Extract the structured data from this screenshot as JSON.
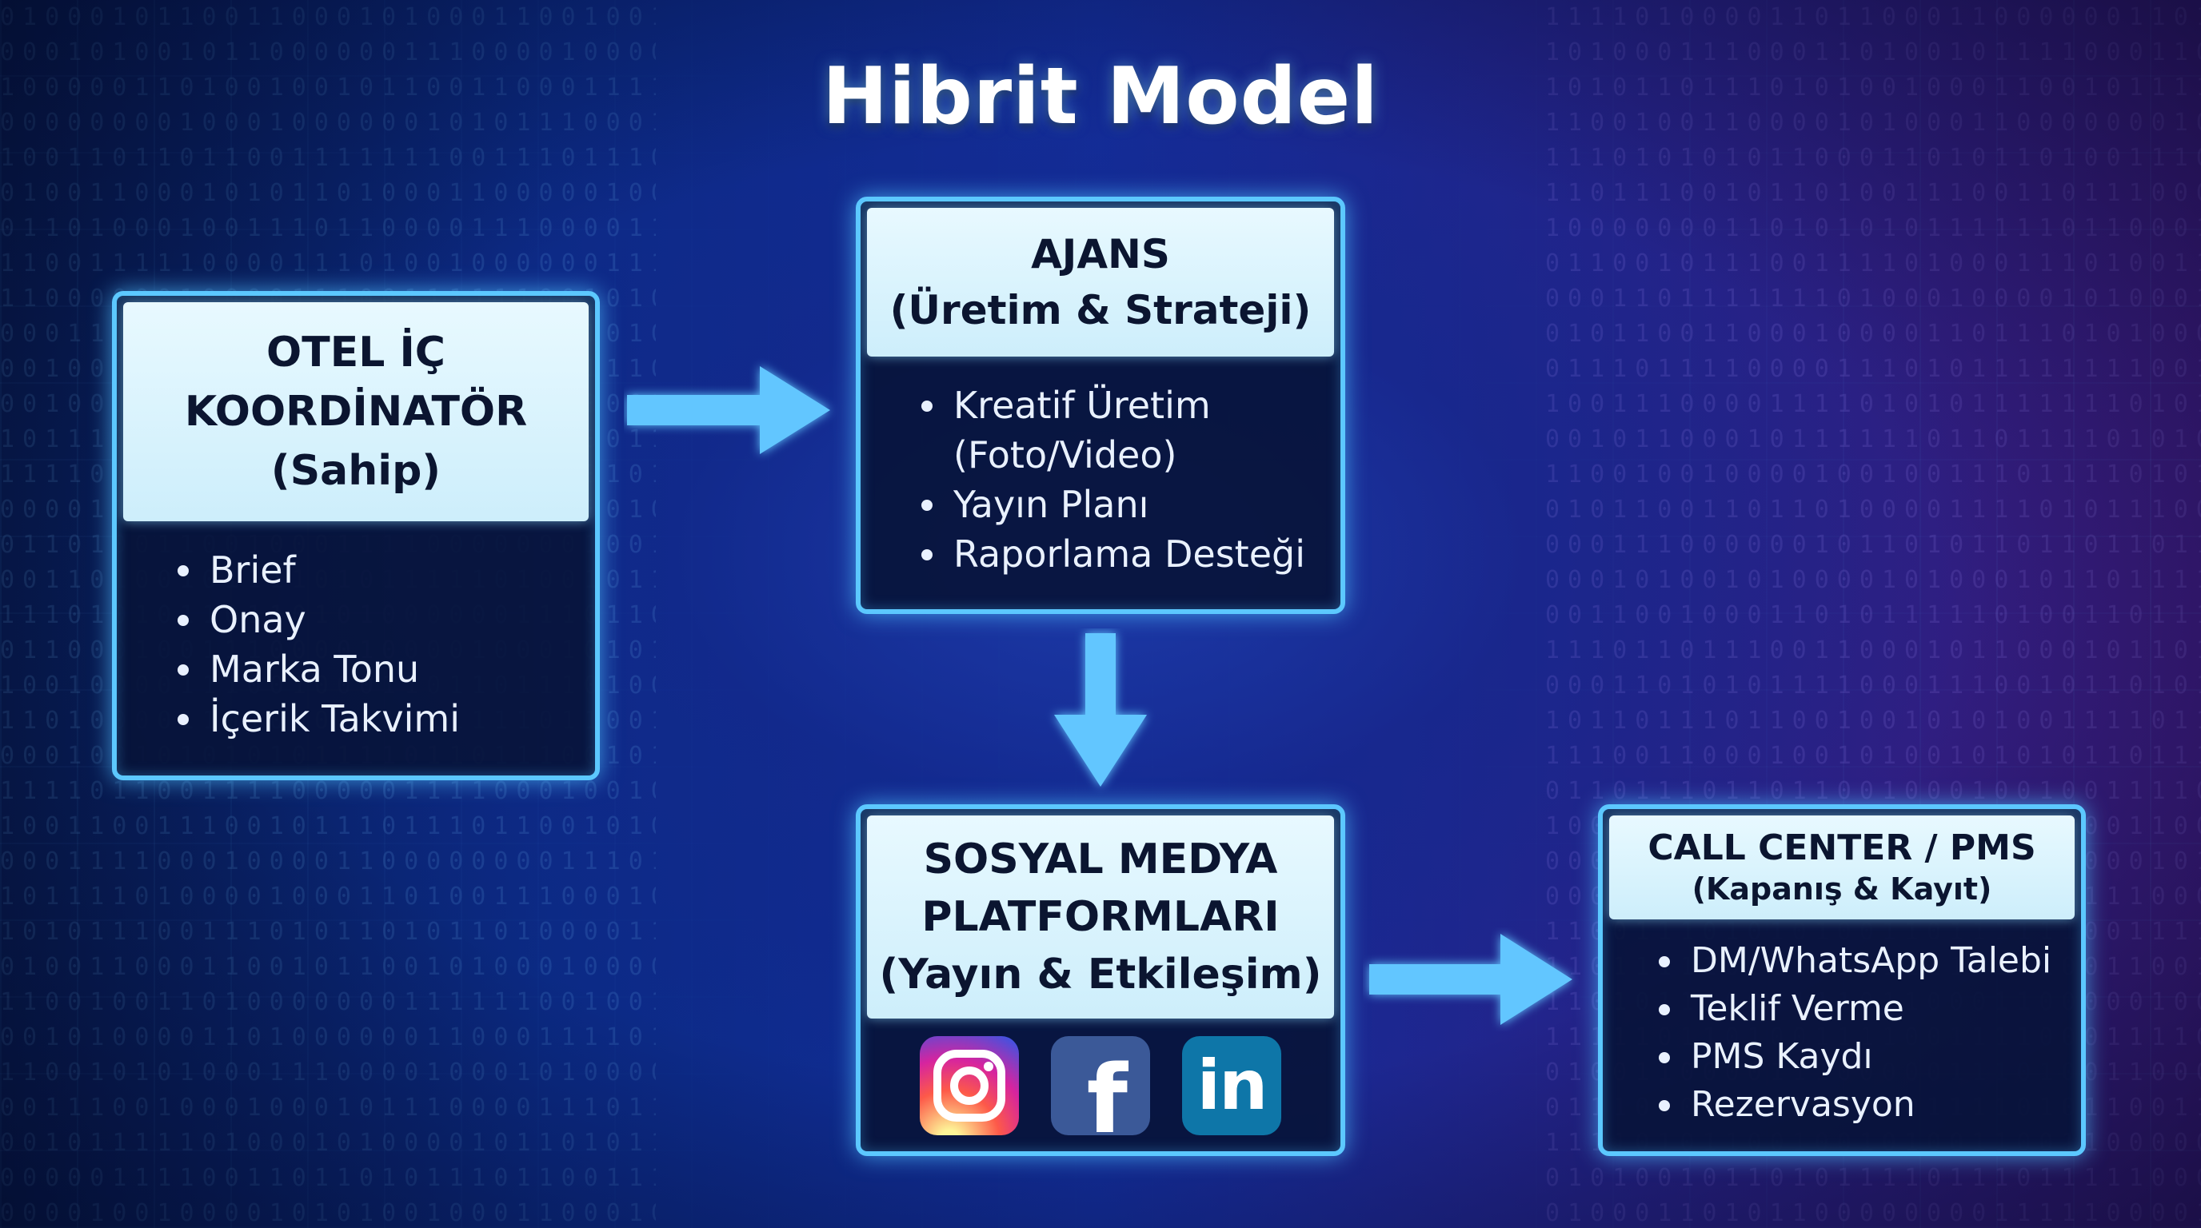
{
  "title": "Hibrit Model",
  "boxes": {
    "otel": {
      "heading": [
        "OTEL İÇ",
        "KOORDİNATÖR",
        "(Sahip)"
      ],
      "items": [
        "Brief",
        "Onay",
        "Marka Tonu",
        "İçerik Takvimi"
      ]
    },
    "ajans": {
      "heading": [
        "AJANS",
        "(Üretim & Strateji)"
      ],
      "items": [
        "Kreatif Üretim",
        "(Foto/Video)",
        "Yayın Planı",
        "Raporlama Desteği"
      ]
    },
    "sosyal": {
      "heading": [
        "SOSYAL MEDYA",
        "PLATFORMLARI",
        "(Yayın & Etkileşim)"
      ],
      "icons": [
        "instagram-icon",
        "facebook-icon",
        "linkedin-icon"
      ],
      "fb_glyph": "f",
      "li_glyph": "in"
    },
    "call": {
      "heading": [
        "CALL CENTER / PMS",
        "(Kapanış & Kayıt)"
      ],
      "items": [
        "DM/WhatsApp Talebi",
        "Teklif Verme",
        "PMS Kaydı",
        "Rezervasyon"
      ]
    }
  },
  "colors": {
    "accent": "#5cc8ff",
    "head_bg": "#dff5ff",
    "arrow": "#62c6ff"
  }
}
